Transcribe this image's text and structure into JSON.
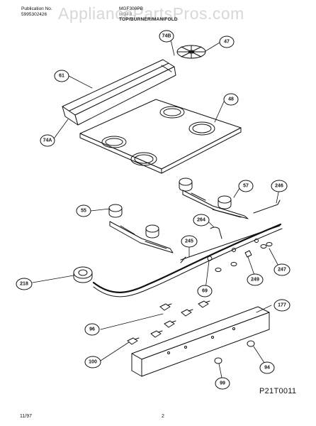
{
  "header": {
    "publication_label": "Publication No.",
    "publication_number": "5995302426",
    "model": "MGF300PB",
    "model_sub": "MGF3...",
    "section_title": "TOP/BURNER/MANIFOLD"
  },
  "watermark": "AppliancePartsPros.com",
  "footer": {
    "date": "11/97",
    "page": "2"
  },
  "figure_code": "P21T0011",
  "callouts": [
    "74B",
    "47",
    "61",
    "48",
    "74A",
    "57",
    "246",
    "55",
    "264",
    "245",
    "249",
    "247",
    "218",
    "69",
    "177",
    "96",
    "100",
    "94",
    "99"
  ]
}
